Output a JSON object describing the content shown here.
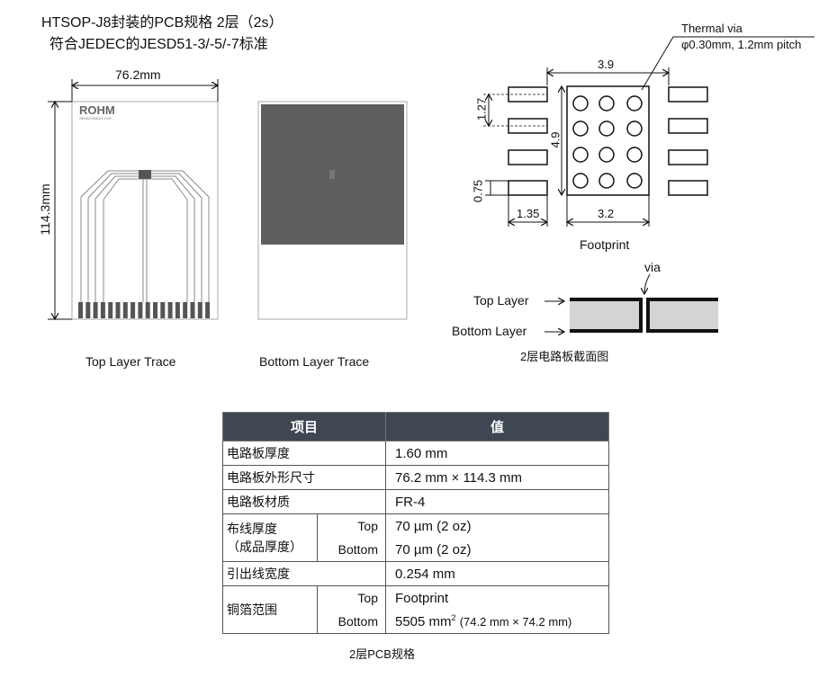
{
  "title": {
    "line1": "HTSOP-J8封装的PCB规格 2层（2s）",
    "line2": "符合JEDEC的JESD51-3/-5/-7标准"
  },
  "board": {
    "width_label": "76.2mm",
    "height_label": "114.3mm",
    "logo": "ROHM",
    "logo_sub": "SEMICONDUCTOR",
    "top_caption": "Top Layer Trace",
    "bottom_caption": "Bottom Layer Trace"
  },
  "footprint": {
    "thermal_via_title": "Thermal via",
    "thermal_via_spec": "φ0.30mm, 1.2mm pitch",
    "dim_39": "3.9",
    "dim_49": "4.9",
    "dim_127": "1.27",
    "dim_075": "0.75",
    "dim_135": "1.35",
    "dim_32": "3.2",
    "caption": "Footprint"
  },
  "cross_section": {
    "via": "via",
    "top_layer": "Top Layer",
    "bottom_layer": "Bottom Layer",
    "caption": "2层电路板截面图"
  },
  "table": {
    "headers": [
      "项目",
      "值"
    ],
    "rows": [
      {
        "item": "电路板厚度",
        "value": "1.60 mm"
      },
      {
        "item": "电路板外形尺寸",
        "value": "76.2 mm × 114.3 mm"
      },
      {
        "item": "电路板材质",
        "value": "FR-4"
      },
      {
        "item": "布线厚度",
        "item2": "（成品厚度）",
        "sub": [
          "Top",
          "Bottom"
        ],
        "values": [
          "70 µm (2 oz)",
          "70 µm (2 oz)"
        ]
      },
      {
        "item": "引出线宽度",
        "value": "0.254 mm"
      },
      {
        "item": "铜箔范围",
        "sub": [
          "Top",
          "Bottom"
        ],
        "values": [
          "Footprint",
          "5505 mm"
        ],
        "sup": "2",
        "extra": "(74.2 mm × 74.2 mm)"
      }
    ],
    "caption": "2层PCB规格"
  }
}
